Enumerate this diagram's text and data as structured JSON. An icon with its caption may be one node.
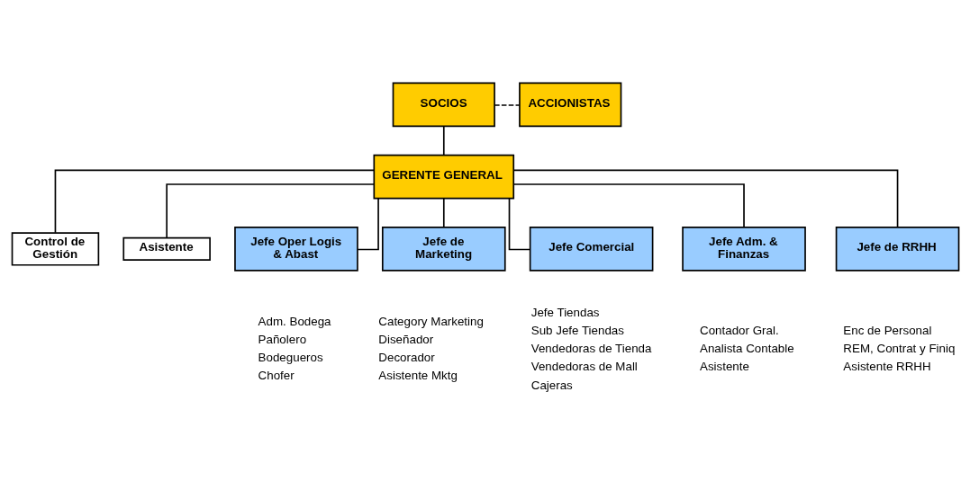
{
  "diagram": {
    "nodes": [
      {
        "text": [
          "SOCIOS"
        ]
      },
      {
        "text": [
          "ACCIONISTAS"
        ]
      },
      {
        "text": [
          "GERENTE GENERAL"
        ]
      },
      {
        "text": [
          "Control de Gestión"
        ]
      },
      {
        "text": [
          "Asistente"
        ]
      },
      {
        "text": [
          "Jefe Oper Logis & Abast"
        ],
        "beside": [
          "Adm. Bodega",
          "Pañolero",
          "Bodegueros",
          "Chofer"
        ]
      },
      {
        "text": [
          "Jefe de Marketing"
        ],
        "beside": [
          "Category Marketing",
          "Diseñador",
          "Decorador",
          "Asistente Mktg"
        ]
      },
      {
        "text": [
          "Jefe Comercial"
        ],
        "beside": [
          "Jefe Tiendas",
          "Sub Jefe Tiendas",
          "Vendedoras de Tienda",
          "Vendedoras de Mall",
          "Cajeras"
        ]
      },
      {
        "text": [
          "Jefe Adm. & Finanzas"
        ],
        "beside": [
          "Contador Gral.",
          "Analista Contable",
          "Asistente"
        ]
      },
      {
        "text": [
          "Jefe de RRHH"
        ],
        "beside": [
          "Enc de Personal",
          "REM, Contrat y Finiq",
          "Asistente RRHH"
        ]
      }
    ],
    "edges": [
      {
        "from": 0,
        "to": 1,
        "arrow": "none",
        "style": "dashed"
      },
      {
        "from": 0,
        "to": 2,
        "arrow": "none"
      },
      {
        "from": 2,
        "to": 3,
        "arrow": "none"
      },
      {
        "from": 2,
        "to": 4,
        "arrow": "none"
      },
      {
        "from": 2,
        "to": 5,
        "arrow": "none"
      },
      {
        "from": 2,
        "to": 6,
        "arrow": "none"
      },
      {
        "from": 2,
        "to": 7,
        "arrow": "none"
      },
      {
        "from": 2,
        "to": 8,
        "arrow": "none"
      },
      {
        "from": 2,
        "to": 9,
        "arrow": "none"
      }
    ]
  }
}
